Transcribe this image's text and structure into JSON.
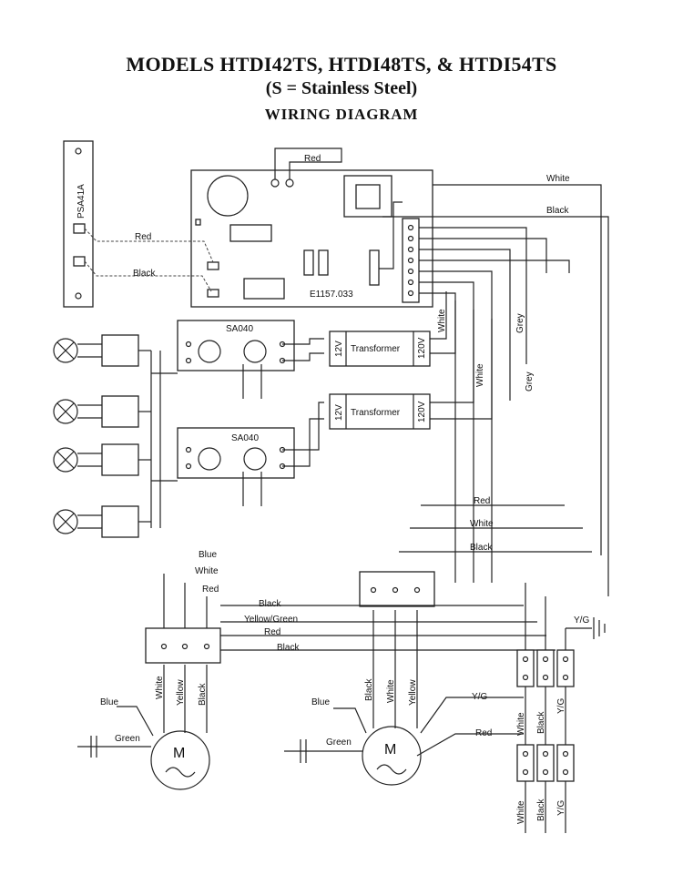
{
  "header": {
    "title": "MODELS HTDI42TS, HTDI48TS, & HTDI54TS",
    "subtitle": "(S = Stainless Steel)",
    "diagram_title": "WIRING DIAGRAM"
  },
  "components": {
    "psa": "PSA41A",
    "board": "E1157.033",
    "sa040_a": "SA040",
    "sa040_b": "SA040",
    "transformer_a": "Transformer",
    "transformer_b": "Transformer",
    "v12": "12V",
    "v120": "120V",
    "motor": "M"
  },
  "wires": {
    "red": "Red",
    "white": "White",
    "black": "Black",
    "grey": "Grey",
    "blue": "Blue",
    "green": "Green",
    "yellow": "Yellow",
    "yellow_green": "Yellow/Green",
    "yg": "Y/G"
  }
}
